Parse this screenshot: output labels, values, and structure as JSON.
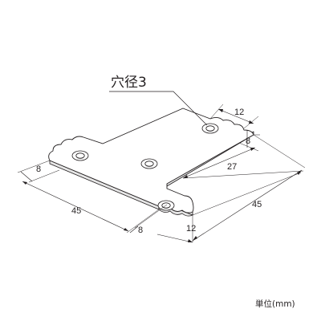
{
  "hole_label": "穴径3",
  "hole_label_number": "3",
  "unit_label": "単位(mm)",
  "dimensions": {
    "top_width": "12",
    "top_right_edge": "8",
    "inner_step": "27",
    "left_edge": "8",
    "total_length_left": "45",
    "bottom_left": "8",
    "bottom_width": "12",
    "total_length_right": "45"
  },
  "colors": {
    "line": "#231f20",
    "plate_fill": "#ffffff",
    "plate_edge": "#e6e6e6"
  }
}
